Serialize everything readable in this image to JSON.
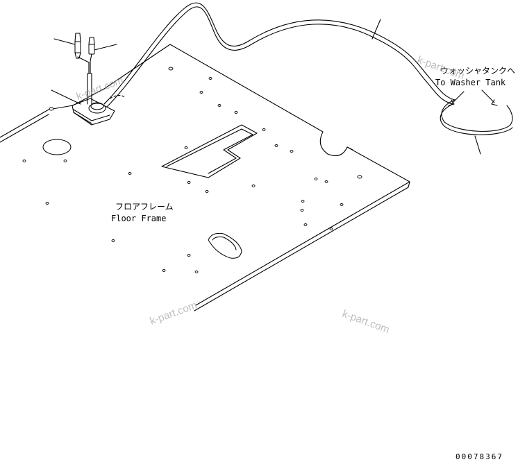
{
  "labels": {
    "floor_frame_jp": "フロアフレーム",
    "floor_frame_en": "Floor Frame",
    "washer_tank_jp": "ウォッシャタンクへ",
    "washer_tank_en": "To Washer Tank"
  },
  "watermarks": [
    "k-part.com",
    "k-part.com",
    "k-part.com",
    "k-part.com"
  ],
  "drawing_code": "00078367"
}
